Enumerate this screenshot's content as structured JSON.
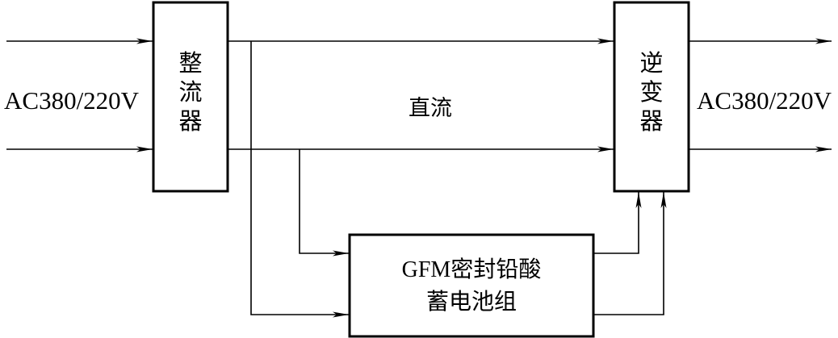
{
  "diagram": {
    "input_label": "AC380/220V",
    "output_label": "AC380/220V",
    "rectifier": [
      "整",
      "流",
      "器"
    ],
    "inverter": [
      "逆",
      "变",
      "器"
    ],
    "dc_label": "直流",
    "battery": {
      "line1": "GFM密封铅酸",
      "line2": "蓄电池组"
    }
  },
  "colors": {
    "stroke": "#000000",
    "background": "#ffffff"
  }
}
